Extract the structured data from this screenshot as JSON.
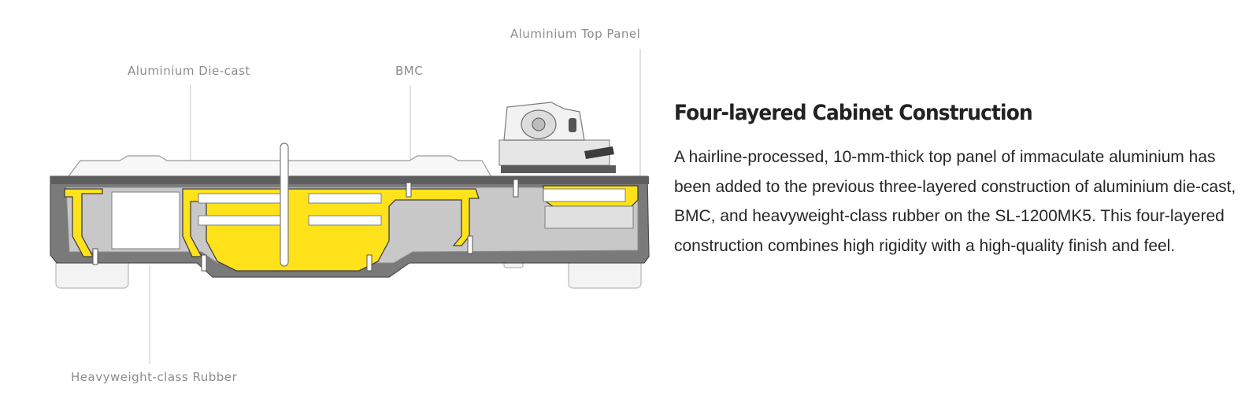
{
  "diagram": {
    "callouts": {
      "top_panel": "Aluminium Top Panel",
      "die_cast": "Aluminium Die-cast",
      "bmc": "BMC",
      "rubber": "Heavyweight-class Rubber"
    },
    "colors": {
      "accent_yellow": "#ffe21a",
      "rubber_gray": "#7a7a7a",
      "bmc_gray": "#c8c8c8",
      "outline": "#4d4d4d",
      "leader_line": "#c4c4c4"
    }
  },
  "content": {
    "title": "Four-layered Cabinet Construction",
    "body": "A hairline-processed, 10-mm-thick top panel of immaculate aluminium has been added to the previous three-layered construction of aluminium die-cast, BMC, and heavyweight-class rubber on the SL-1200MK5. This four-layered construction combines high rigidity with a high-quality finish and feel."
  }
}
